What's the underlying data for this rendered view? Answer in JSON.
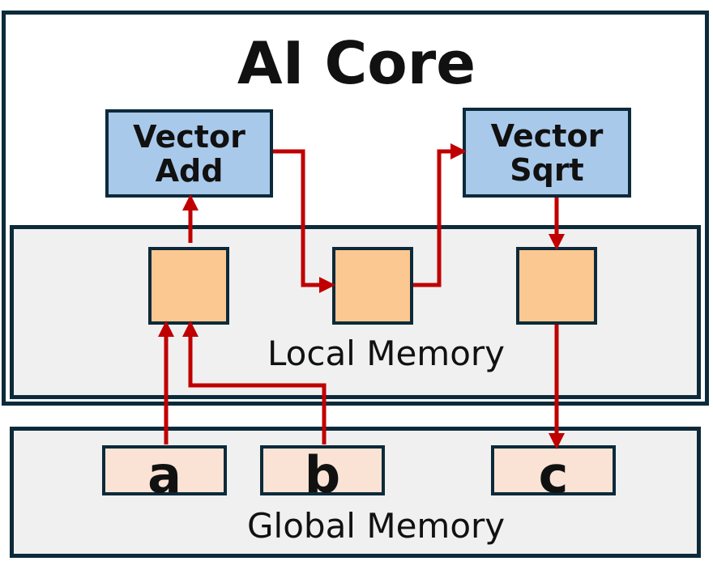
{
  "ai_core": {
    "title": "AI Core"
  },
  "operations": {
    "add": "Vector\nAdd",
    "sqrt": "Vector\nSqrt"
  },
  "local_memory": {
    "label": "Local Memory"
  },
  "global_memory": {
    "label": "Global Memory"
  },
  "variables": {
    "a": "a",
    "b": "b",
    "c": "c"
  },
  "colors": {
    "border": "#0c2a3a",
    "arrow": "#c00000",
    "operation_fill": "#a9c9ea",
    "local_buffer_fill": "#fcc891",
    "global_var_fill": "#fae3d5",
    "memory_fill": "#f0f0f0"
  }
}
